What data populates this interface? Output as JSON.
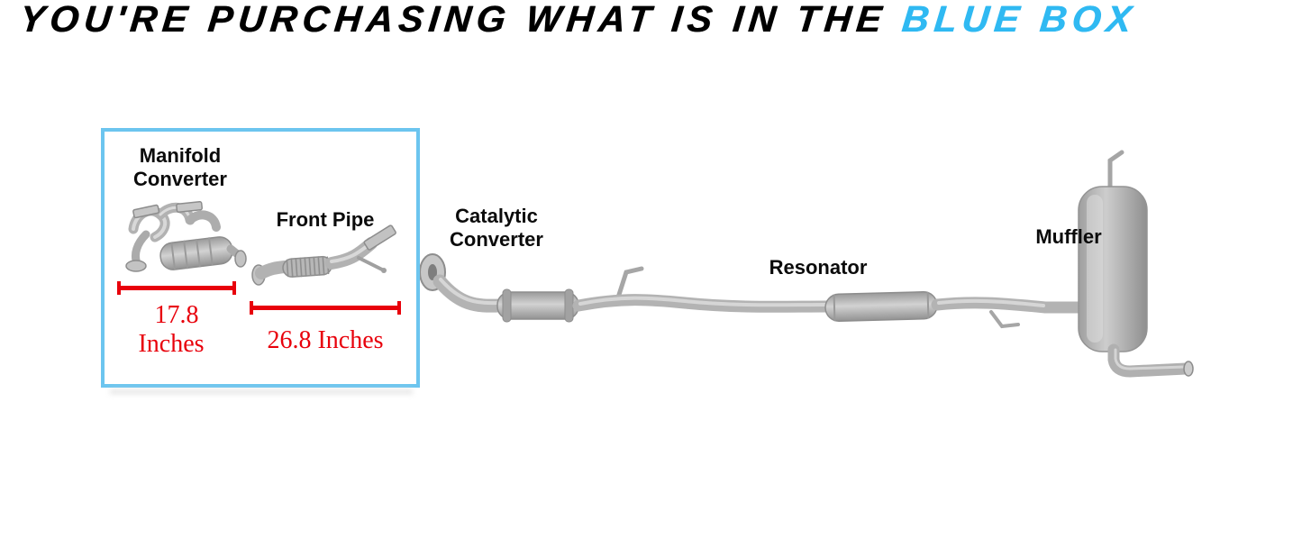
{
  "colors": {
    "highlight": "#2fb9f2",
    "box_border": "#6cc5ef",
    "measure": "#e8000b",
    "label": "#0b0b0b",
    "pipe_gray": "#b3b3b3"
  },
  "title": {
    "prefix": "YOU'RE PURCHASING WHAT IS IN THE ",
    "highlight": "BLUE BOX"
  },
  "parts": {
    "manifold_converter": {
      "label_line1": "Manifold",
      "label_line2": "Converter",
      "length_value": "17.8",
      "length_unit": "Inches"
    },
    "front_pipe": {
      "label": "Front Pipe",
      "length": "26.8 Inches"
    },
    "catalytic_converter": {
      "label_line1": "Catalytic",
      "label_line2": "Converter"
    },
    "resonator": {
      "label": "Resonator"
    },
    "muffler": {
      "label": "Muffler"
    }
  }
}
